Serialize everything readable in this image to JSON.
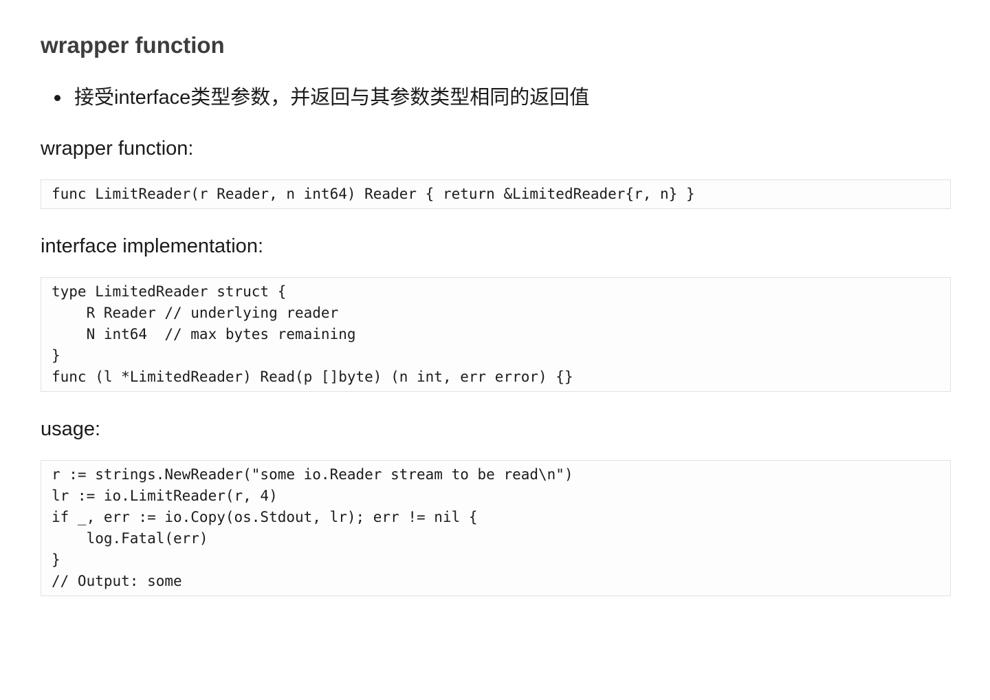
{
  "doc": {
    "title": "wrapper function",
    "bullets": [
      "接受interface类型参数，并返回与其参数类型相同的返回值"
    ],
    "sections": [
      {
        "label": "wrapper function:",
        "code": [
          "func LimitReader(r Reader, n int64) Reader { return &LimitedReader{r, n} }"
        ]
      },
      {
        "label": "interface implementation:",
        "code": [
          "type LimitedReader struct {",
          "    R Reader // underlying reader",
          "    N int64  // max bytes remaining",
          "}",
          "func (l *LimitedReader) Read(p []byte) (n int, err error) {}"
        ]
      },
      {
        "label": "usage:",
        "code": [
          "r := strings.NewReader(\"some io.Reader stream to be read\\n\")",
          "lr := io.LimitReader(r, 4)",
          "if _, err := io.Copy(os.Stdout, lr); err != nil {",
          "    log.Fatal(err)",
          "}",
          "// Output: some"
        ]
      }
    ],
    "colors": {
      "title_text": "#3d3d3d",
      "body_text": "#1a1a1a",
      "code_text": "#1c1c1c",
      "code_border": "#e1e1e1",
      "code_background": "#fdfdfd",
      "page_background": "#ffffff"
    }
  }
}
